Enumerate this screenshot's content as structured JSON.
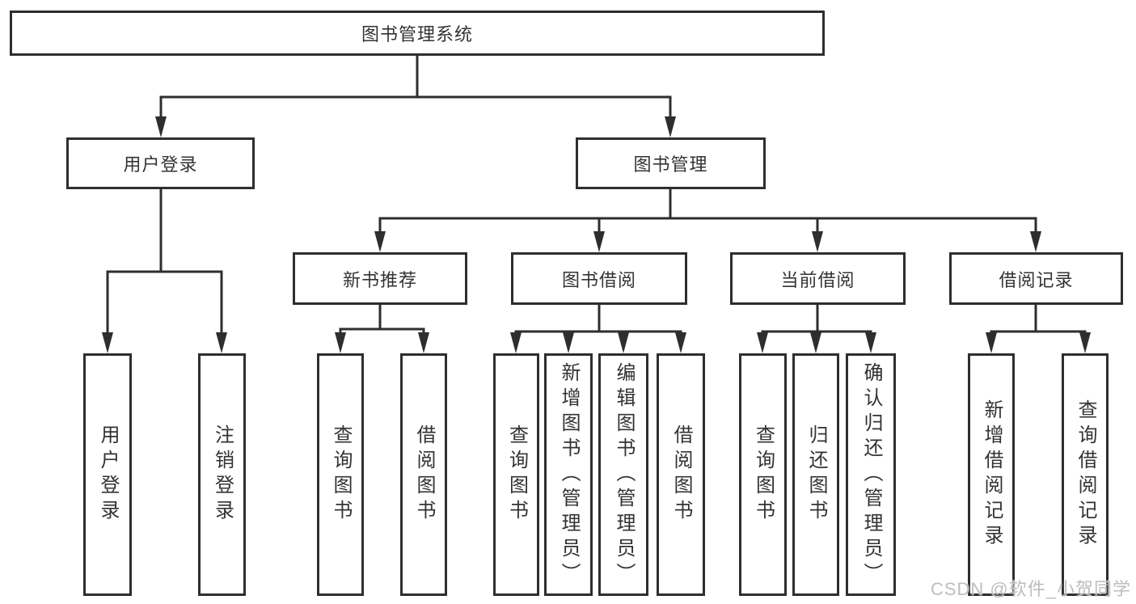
{
  "watermark": "CSDN @软件_小贺同学",
  "colors": {
    "line": "#2e2e2e",
    "box_border": "#2e2e2e",
    "box_background": "#ffffff",
    "text": "#333333",
    "watermark_text": "#bdbdbd"
  },
  "tree": {
    "label": "图书管理系统",
    "children": [
      {
        "label": "用户登录",
        "children": [
          {
            "label": "用户登录"
          },
          {
            "label": "注销登录"
          }
        ]
      },
      {
        "label": "图书管理",
        "children": [
          {
            "label": "新书推荐",
            "children": [
              {
                "label": "查询图书"
              },
              {
                "label": "借阅图书"
              }
            ]
          },
          {
            "label": "图书借阅",
            "children": [
              {
                "label": "查询图书"
              },
              {
                "label": "新增图书（管理员）"
              },
              {
                "label": "编辑图书（管理员）"
              },
              {
                "label": "借阅图书"
              }
            ]
          },
          {
            "label": "当前借阅",
            "children": [
              {
                "label": "查询图书"
              },
              {
                "label": "归还图书"
              },
              {
                "label": "确认归还（管理员）"
              }
            ]
          },
          {
            "label": "借阅记录",
            "children": [
              {
                "label": "新增借阅记录"
              },
              {
                "label": "查询借阅记录"
              }
            ]
          }
        ]
      }
    ]
  }
}
